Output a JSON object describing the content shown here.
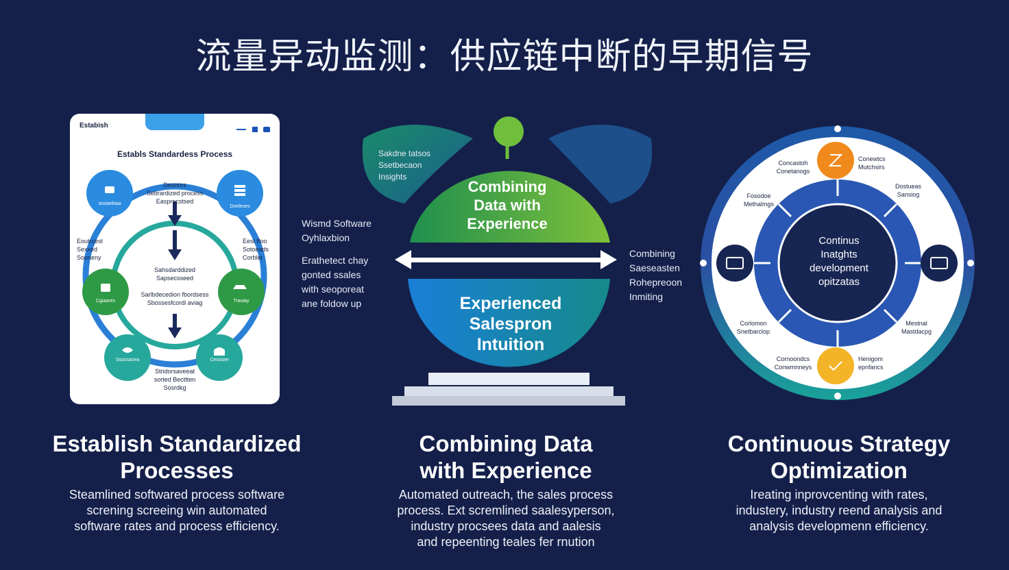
{
  "title": "流量异动监测：供应链中断的早期信号",
  "left": {
    "card_header": "Estabish",
    "card_title": "Establs Standardess Process",
    "top_block": [
      "Desnrirs",
      "Sebrardized process",
      "Easprocstsed"
    ],
    "mid_block": [
      "Sahsdarddized",
      "Sapsecsseed"
    ],
    "mid_block2": [
      "Sarlbdecedion fbordsess",
      "Sbossesfcordi aviag"
    ],
    "bottom_block": [
      "Stridorsaveeat",
      "sorted Becttten",
      "Sosrdkg"
    ],
    "left_side": [
      "Eoutrcest",
      "Sexxed",
      "Sooneny"
    ],
    "right_side": [
      "Eest ffoo",
      "Sotoeads",
      "Corbler"
    ],
    "node_labels": [
      "sosiaekiaa",
      "Doeleses",
      "Cgiaares",
      "Trauiay",
      "Ssocsasea",
      "Cesssee"
    ],
    "heading": [
      "Establish Standardized",
      "Processes"
    ],
    "description": [
      "Steamlined softwared process software",
      "screning screeing win automated",
      "software rates and process efficiency."
    ]
  },
  "middle": {
    "leaf_text": [
      "Sakdne tatsos",
      "Ssetbecaon",
      "Insights"
    ],
    "left_text": [
      "Wismd Software",
      "Oyhlaxbion"
    ],
    "left_text2": [
      "Erathetect chay",
      "gonted ssales",
      "with seoporeat",
      "ane foldow up"
    ],
    "right_text": [
      "Combining",
      "Saeseasten",
      "Rohepreoon",
      "Inmiting"
    ],
    "top_label": [
      "Combining",
      "Data with",
      "Experience"
    ],
    "bottom_label": [
      "Experienced",
      "Salespron",
      "Intuition"
    ],
    "heading": [
      "Combining Data",
      "with Experience"
    ],
    "description": [
      "Automated outreach, the sales process",
      "process. Ext scremlined saalesyperson,",
      "industry procsees data and aalesis",
      "and repeenting teales fer rnution"
    ]
  },
  "right": {
    "center": [
      "Continus",
      "Inatghts",
      "development",
      "opitzatas"
    ],
    "outer_labels": [
      {
        "lines": [
          "Concastoh",
          "Conetanogs"
        ]
      },
      {
        "lines": [
          "Conewtcs",
          "Mutchsirs"
        ]
      },
      {
        "lines": [
          "Fosodoe",
          "Methalmgs"
        ]
      },
      {
        "lines": [
          "Dostueas",
          "Sansiog"
        ]
      },
      {
        "lines": [
          "Corlomon",
          "Snetbarclop"
        ]
      },
      {
        "lines": [
          "Mestnal",
          "Mastdacpg"
        ]
      },
      {
        "lines": [
          "Cornoondcs",
          "Conwmnneys"
        ]
      },
      {
        "lines": [
          "Henigom",
          "epnfancs"
        ]
      }
    ],
    "heading": [
      "Continuous Strategy",
      "Optimization"
    ],
    "description": [
      "Ireating inprovcenting with rates,",
      "industery, industry reend analysis and",
      "analysis developmenn efficiency."
    ]
  },
  "colors": {
    "background": "#14204a",
    "blue": "#2a8be0",
    "green": "#2f9a45",
    "teal": "#27a89c",
    "orange": "#f18a1c",
    "yellow": "#f3b428"
  }
}
